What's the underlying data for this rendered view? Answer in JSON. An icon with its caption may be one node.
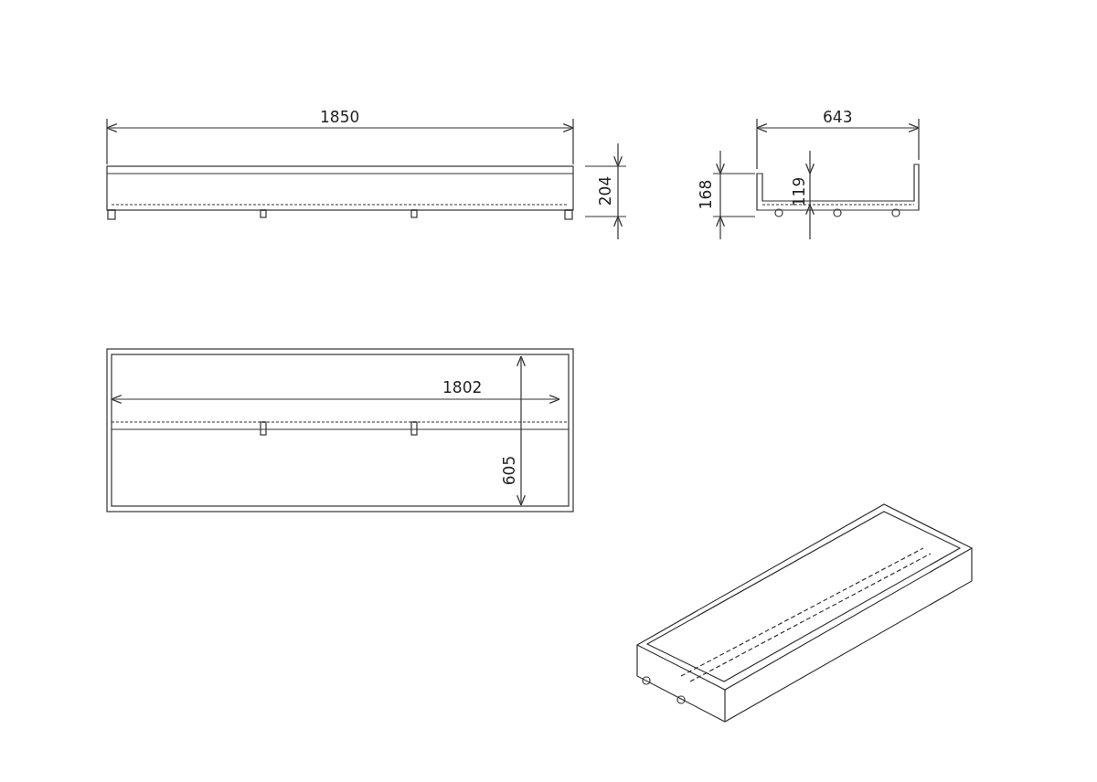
{
  "diagram": {
    "labels": [
      "1850",
      "204",
      "643",
      "168",
      "119",
      "1802",
      "605"
    ]
  }
}
